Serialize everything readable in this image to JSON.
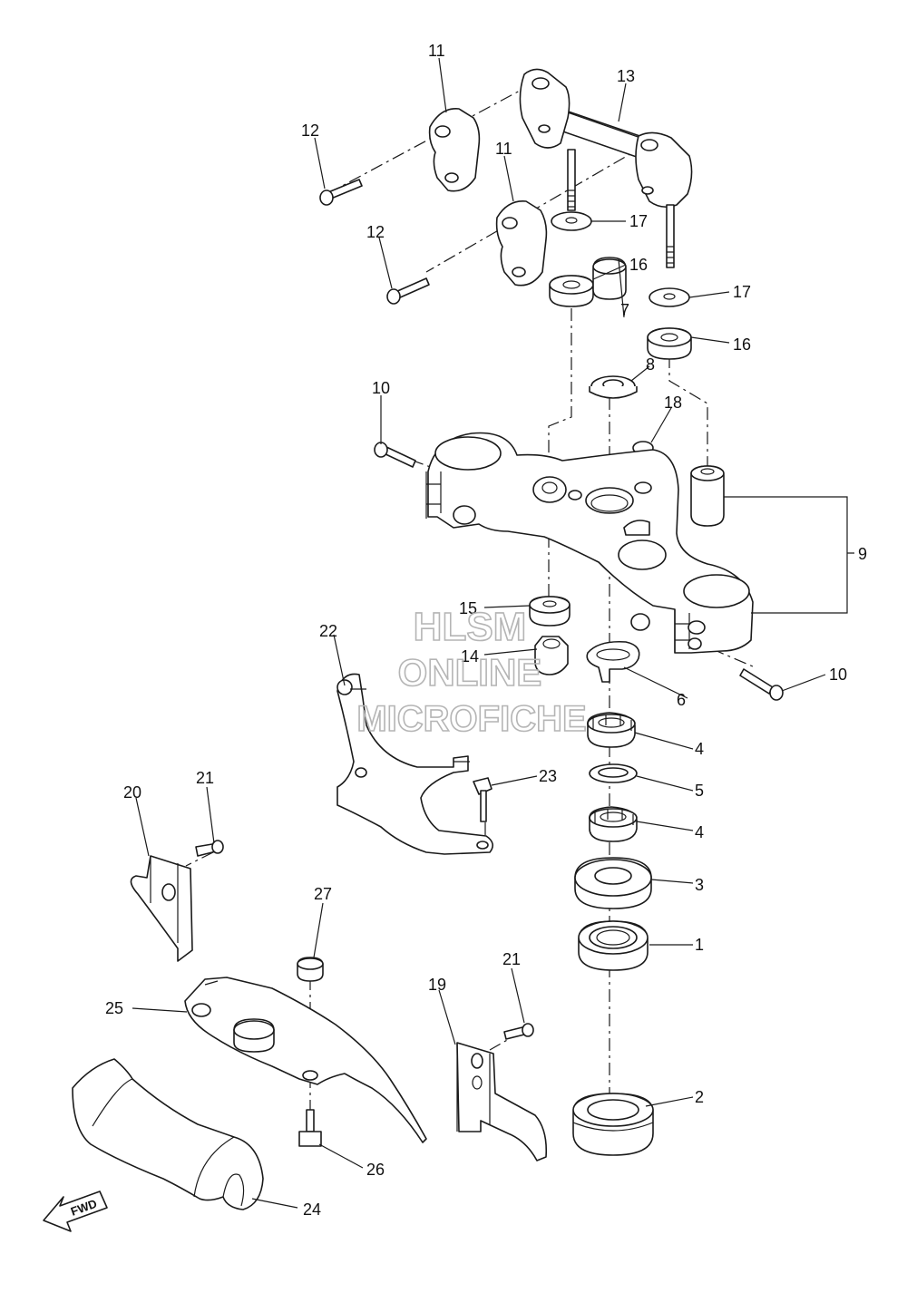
{
  "watermark": {
    "line1": "HLSM",
    "line2": "ONLINE",
    "line3": "MICROFICHE",
    "color": "#b5b5b5"
  },
  "direction_badge": "FWD",
  "callouts": [
    {
      "id": "c11a",
      "text": "11"
    },
    {
      "id": "c13",
      "text": "13"
    },
    {
      "id": "c12a",
      "text": "12"
    },
    {
      "id": "c11b",
      "text": "11"
    },
    {
      "id": "c17a",
      "text": "17"
    },
    {
      "id": "c12b",
      "text": "12"
    },
    {
      "id": "c16a",
      "text": "16"
    },
    {
      "id": "c17b",
      "text": "17"
    },
    {
      "id": "c7",
      "text": "7"
    },
    {
      "id": "c16b",
      "text": "16"
    },
    {
      "id": "c8",
      "text": "8"
    },
    {
      "id": "c10a",
      "text": "10"
    },
    {
      "id": "c18",
      "text": "18"
    },
    {
      "id": "c9",
      "text": "9"
    },
    {
      "id": "c15",
      "text": "15"
    },
    {
      "id": "c22",
      "text": "22"
    },
    {
      "id": "c14",
      "text": "14"
    },
    {
      "id": "c10b",
      "text": "10"
    },
    {
      "id": "c6",
      "text": "6"
    },
    {
      "id": "c4a",
      "text": "4"
    },
    {
      "id": "c21a",
      "text": "21"
    },
    {
      "id": "c23",
      "text": "23"
    },
    {
      "id": "c5",
      "text": "5"
    },
    {
      "id": "c20",
      "text": "20"
    },
    {
      "id": "c4b",
      "text": "4"
    },
    {
      "id": "c3",
      "text": "3"
    },
    {
      "id": "c27",
      "text": "27"
    },
    {
      "id": "c1",
      "text": "1"
    },
    {
      "id": "c21b",
      "text": "21"
    },
    {
      "id": "c19",
      "text": "19"
    },
    {
      "id": "c25",
      "text": "25"
    },
    {
      "id": "c2",
      "text": "2"
    },
    {
      "id": "c26",
      "text": "26"
    },
    {
      "id": "c24",
      "text": "24"
    }
  ]
}
